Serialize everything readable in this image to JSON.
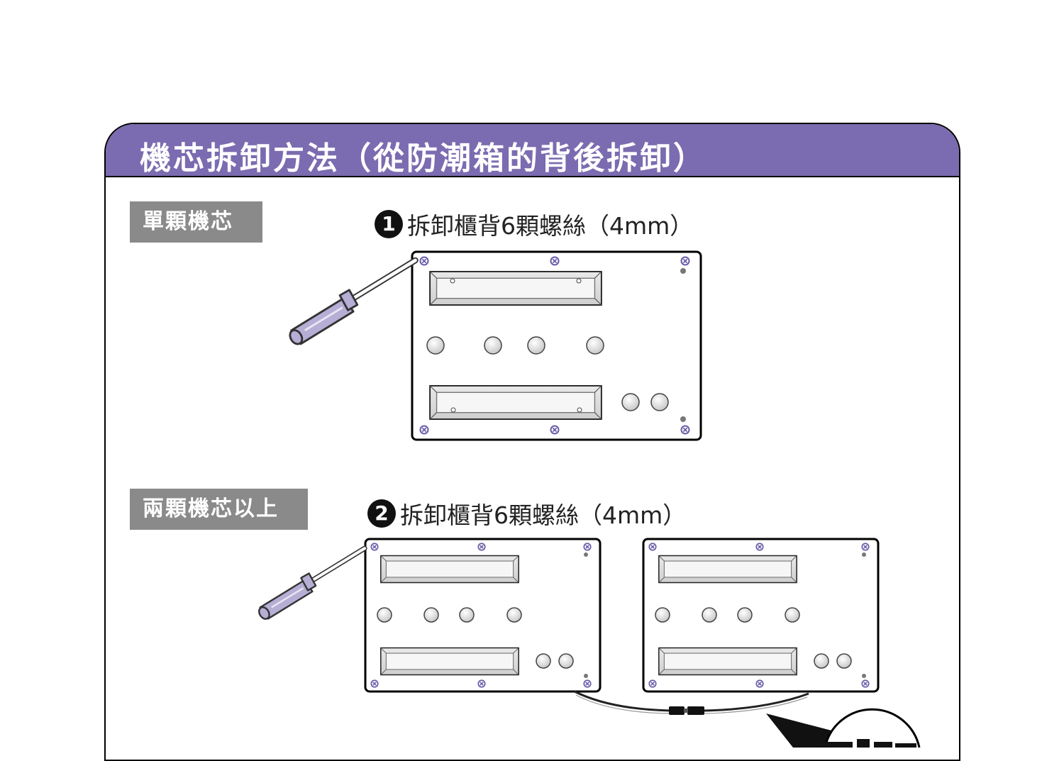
{
  "header": {
    "title": "機芯拆卸方法（從防潮箱的背後拆卸）",
    "accent_color": "#7b6bb0"
  },
  "sections": [
    {
      "tag": "單顆機芯",
      "step_number": "1",
      "instruction": "拆卸櫃背6顆螺絲（4mm）"
    },
    {
      "tag": "兩顆機芯以上",
      "step_number": "2",
      "instruction": "拆卸櫃背6顆螺絲（4mm）"
    }
  ],
  "illustration": {
    "screwdriver_color": "#b7aed6",
    "screw_color": "#7b6bb0",
    "panel_count_single": 1,
    "panel_count_multi": 2,
    "screws_per_panel": 6,
    "screwdriver_icon": "screwdriver-icon"
  }
}
